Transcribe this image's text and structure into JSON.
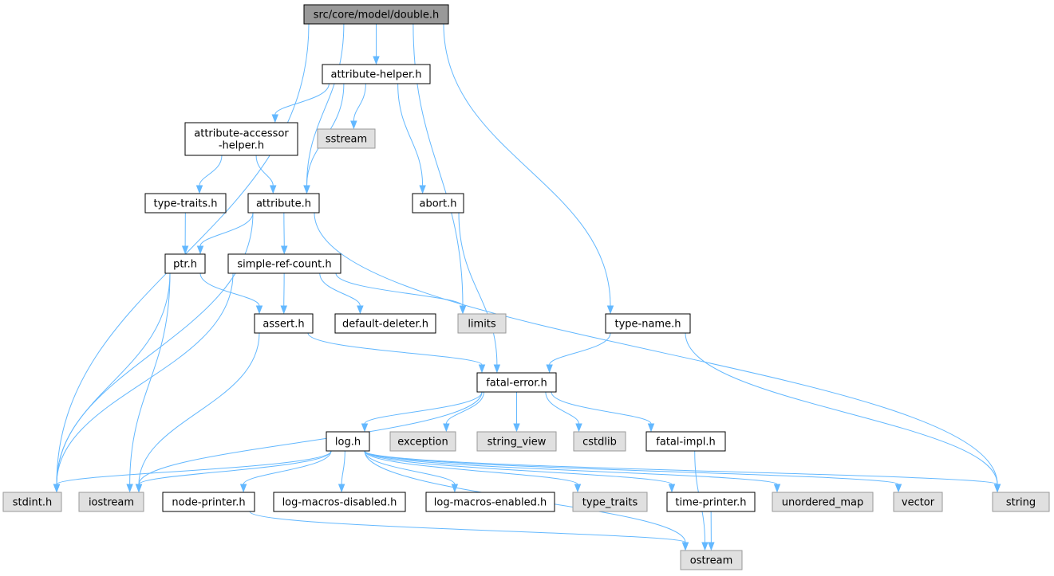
{
  "colors": {
    "root_fill": "#999999",
    "file_fill": "#ffffff",
    "system_fill": "#e0e0e0",
    "file_border": "#000000",
    "system_border": "#999999",
    "edge": "#63b8ff"
  },
  "nodes": [
    {
      "id": "double",
      "kind": "root",
      "lines": [
        "src/core/model/double.h"
      ]
    },
    {
      "id": "attribute_helper",
      "kind": "file",
      "lines": [
        "attribute-helper.h"
      ]
    },
    {
      "id": "attribute_accessor_helper",
      "kind": "file",
      "lines": [
        "attribute-accessor",
        "-helper.h"
      ]
    },
    {
      "id": "sstream",
      "kind": "system",
      "lines": [
        "sstream"
      ]
    },
    {
      "id": "type_traits_h",
      "kind": "file",
      "lines": [
        "type-traits.h"
      ]
    },
    {
      "id": "attribute",
      "kind": "file",
      "lines": [
        "attribute.h"
      ]
    },
    {
      "id": "abort",
      "kind": "file",
      "lines": [
        "abort.h"
      ]
    },
    {
      "id": "ptr",
      "kind": "file",
      "lines": [
        "ptr.h"
      ]
    },
    {
      "id": "simple_ref_count",
      "kind": "file",
      "lines": [
        "simple-ref-count.h"
      ]
    },
    {
      "id": "assert",
      "kind": "file",
      "lines": [
        "assert.h"
      ]
    },
    {
      "id": "default_deleter",
      "kind": "file",
      "lines": [
        "default-deleter.h"
      ]
    },
    {
      "id": "limits",
      "kind": "system",
      "lines": [
        "limits"
      ]
    },
    {
      "id": "type_name",
      "kind": "file",
      "lines": [
        "type-name.h"
      ]
    },
    {
      "id": "fatal_error",
      "kind": "file",
      "lines": [
        "fatal-error.h"
      ]
    },
    {
      "id": "log",
      "kind": "file",
      "lines": [
        "log.h"
      ]
    },
    {
      "id": "exception",
      "kind": "system",
      "lines": [
        "exception"
      ]
    },
    {
      "id": "string_view",
      "kind": "system",
      "lines": [
        "string_view"
      ]
    },
    {
      "id": "cstdlib",
      "kind": "system",
      "lines": [
        "cstdlib"
      ]
    },
    {
      "id": "fatal_impl",
      "kind": "file",
      "lines": [
        "fatal-impl.h"
      ]
    },
    {
      "id": "stdint",
      "kind": "system",
      "lines": [
        "stdint.h"
      ]
    },
    {
      "id": "iostream",
      "kind": "system",
      "lines": [
        "iostream"
      ]
    },
    {
      "id": "node_printer",
      "kind": "file",
      "lines": [
        "node-printer.h"
      ]
    },
    {
      "id": "log_macros_disabled",
      "kind": "file",
      "lines": [
        "log-macros-disabled.h"
      ]
    },
    {
      "id": "log_macros_enabled",
      "kind": "file",
      "lines": [
        "log-macros-enabled.h"
      ]
    },
    {
      "id": "type_traits",
      "kind": "system",
      "lines": [
        "type_traits"
      ]
    },
    {
      "id": "time_printer",
      "kind": "file",
      "lines": [
        "time-printer.h"
      ]
    },
    {
      "id": "unordered_map",
      "kind": "system",
      "lines": [
        "unordered_map"
      ]
    },
    {
      "id": "vector",
      "kind": "system",
      "lines": [
        "vector"
      ]
    },
    {
      "id": "string",
      "kind": "system",
      "lines": [
        "string"
      ]
    },
    {
      "id": "ostream",
      "kind": "system",
      "lines": [
        "ostream"
      ]
    }
  ],
  "edges": [
    {
      "from": "double",
      "to": "stdint"
    },
    {
      "from": "double",
      "to": "attribute"
    },
    {
      "from": "double",
      "to": "attribute_helper"
    },
    {
      "from": "double",
      "to": "limits"
    },
    {
      "from": "double",
      "to": "type_name"
    },
    {
      "from": "attribute_helper",
      "to": "attribute_accessor_helper"
    },
    {
      "from": "attribute_helper",
      "to": "sstream"
    },
    {
      "from": "attribute_helper",
      "to": "attribute"
    },
    {
      "from": "attribute_helper",
      "to": "abort"
    },
    {
      "from": "attribute_accessor_helper",
      "to": "type_traits_h"
    },
    {
      "from": "attribute_accessor_helper",
      "to": "attribute"
    },
    {
      "from": "type_traits_h",
      "to": "ptr"
    },
    {
      "from": "attribute",
      "to": "ptr"
    },
    {
      "from": "attribute",
      "to": "simple_ref_count"
    },
    {
      "from": "attribute",
      "to": "stdint"
    },
    {
      "from": "attribute",
      "to": "string"
    },
    {
      "from": "abort",
      "to": "fatal_error"
    },
    {
      "from": "ptr",
      "to": "assert"
    },
    {
      "from": "ptr",
      "to": "stdint"
    },
    {
      "from": "ptr",
      "to": "iostream"
    },
    {
      "from": "simple_ref_count",
      "to": "assert"
    },
    {
      "from": "simple_ref_count",
      "to": "default_deleter"
    },
    {
      "from": "simple_ref_count",
      "to": "limits"
    },
    {
      "from": "simple_ref_count",
      "to": "stdint"
    },
    {
      "from": "assert",
      "to": "fatal_error"
    },
    {
      "from": "assert",
      "to": "iostream"
    },
    {
      "from": "type_name",
      "to": "fatal_error"
    },
    {
      "from": "type_name",
      "to": "string"
    },
    {
      "from": "fatal_error",
      "to": "log"
    },
    {
      "from": "fatal_error",
      "to": "exception"
    },
    {
      "from": "fatal_error",
      "to": "string_view"
    },
    {
      "from": "fatal_error",
      "to": "cstdlib"
    },
    {
      "from": "fatal_error",
      "to": "fatal_impl"
    },
    {
      "from": "fatal_error",
      "to": "iostream"
    },
    {
      "from": "fatal_impl",
      "to": "ostream"
    },
    {
      "from": "log",
      "to": "stdint"
    },
    {
      "from": "log",
      "to": "iostream"
    },
    {
      "from": "log",
      "to": "node_printer"
    },
    {
      "from": "log",
      "to": "log_macros_disabled"
    },
    {
      "from": "log",
      "to": "log_macros_enabled"
    },
    {
      "from": "log",
      "to": "type_traits"
    },
    {
      "from": "log",
      "to": "time_printer"
    },
    {
      "from": "log",
      "to": "unordered_map"
    },
    {
      "from": "log",
      "to": "vector"
    },
    {
      "from": "log",
      "to": "string"
    },
    {
      "from": "log",
      "to": "ostream"
    },
    {
      "from": "node_printer",
      "to": "ostream"
    },
    {
      "from": "time_printer",
      "to": "ostream"
    }
  ]
}
